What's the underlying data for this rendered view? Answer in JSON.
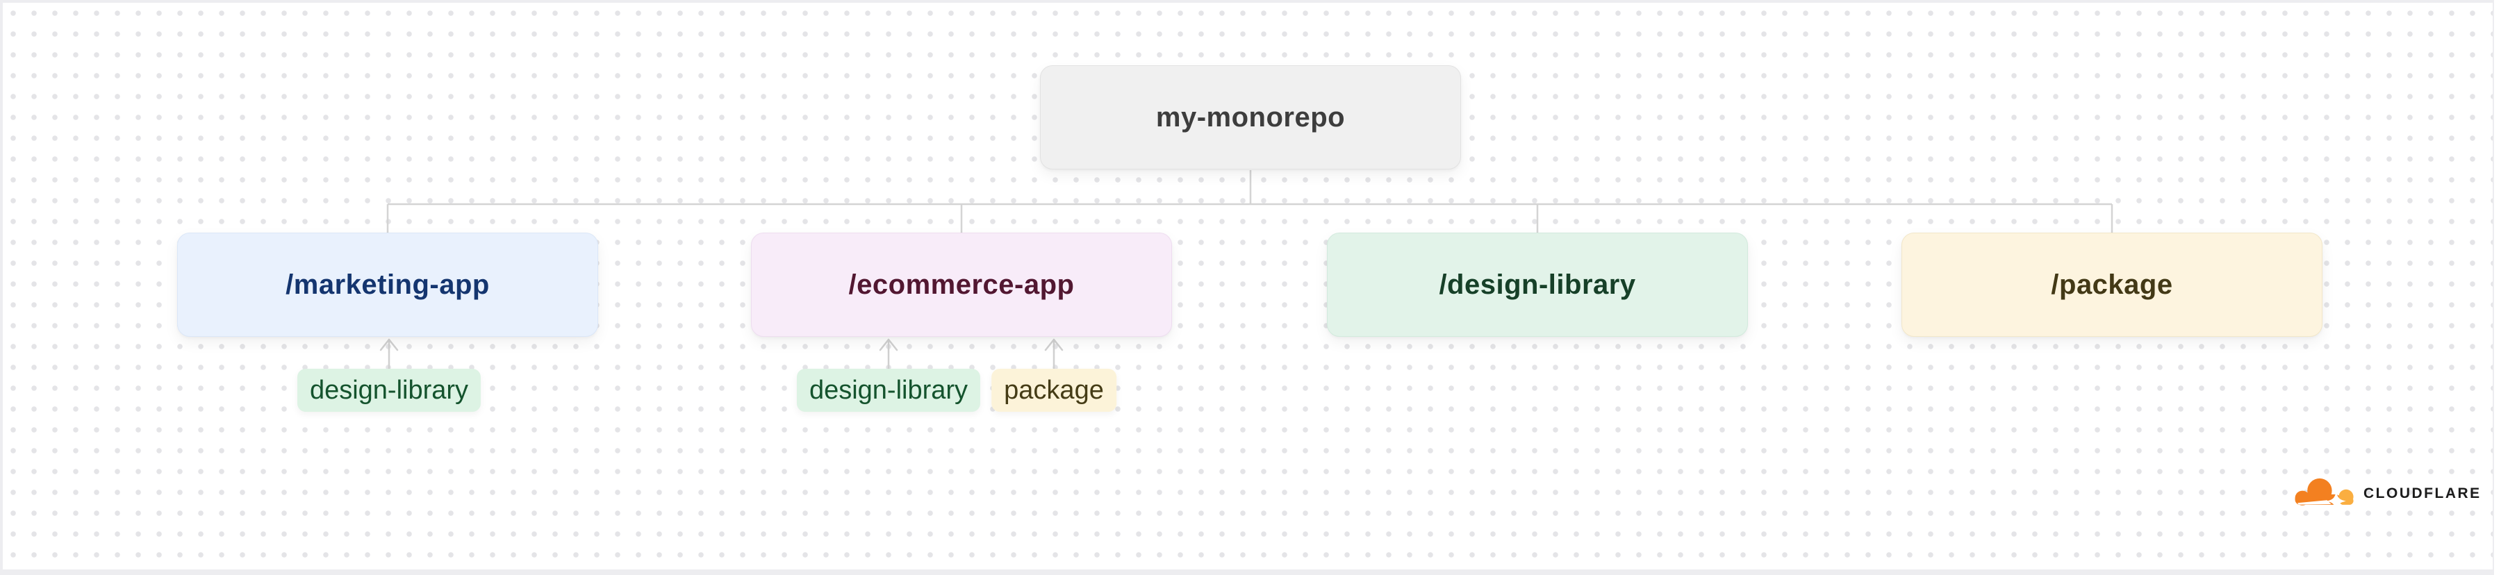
{
  "diagram": {
    "root": {
      "label": "my-monorepo"
    },
    "children": [
      {
        "label": "/marketing-app",
        "tags": [
          "design-library"
        ]
      },
      {
        "label": "/ecommerce-app",
        "tags": [
          "design-library",
          "package"
        ]
      },
      {
        "label": "/design-library",
        "tags": []
      },
      {
        "label": "/package",
        "tags": []
      }
    ]
  },
  "branding": {
    "logo_icon": "cloudflare-cloud-icon",
    "logo_text": "CLOUDFLARE"
  },
  "colors": {
    "canvas_background": "#ffffff",
    "grid_dots": "#e4e4e7",
    "connector_lines": "#d4d4d4",
    "root_node_bg": "#f0f0f0",
    "root_node_text": "#3d3d3d",
    "marketing_node_bg": "#e9f1fd",
    "marketing_node_text": "#14356f",
    "ecommerce_node_bg": "#f8ecf9",
    "ecommerce_node_text": "#521731",
    "design_library_node_bg": "#e2f3e9",
    "design_library_node_text": "#164028",
    "package_node_bg": "#fdf4df",
    "package_node_text": "#433916",
    "tag_green_bg": "#ddf3e4",
    "tag_green_text": "#14532d",
    "tag_cream_bg": "#fcf3d9",
    "tag_cream_text": "#453c16",
    "cloudflare_orange": "#f38020",
    "cloudflare_light_orange": "#faae40"
  }
}
